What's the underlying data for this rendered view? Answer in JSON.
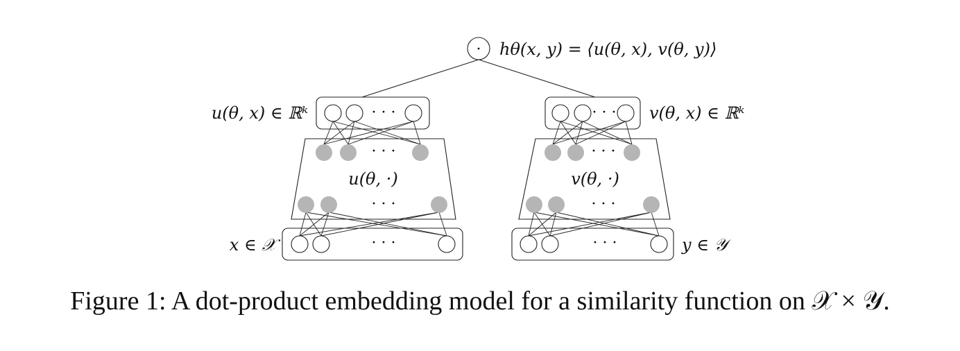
{
  "diagram": {
    "top_node_symbol": "·",
    "top_label": "hθ(x, y) = ⟨u(θ, x), v(θ, y)⟩",
    "left": {
      "embedding_label": "u(θ, x) ∈ ℝᵏ",
      "network_label": "u(θ, ·)",
      "input_label": "x ∈ 𝒳",
      "ellipsis": "· · ·"
    },
    "right": {
      "embedding_label": "v(θ, x) ∈ ℝᵏ",
      "network_label": "v(θ, ·)",
      "input_label": "y ∈ 𝒴",
      "ellipsis": "· · ·"
    }
  },
  "caption": "Figure 1: A dot-product embedding model for a similarity function on 𝒳 × 𝒴."
}
